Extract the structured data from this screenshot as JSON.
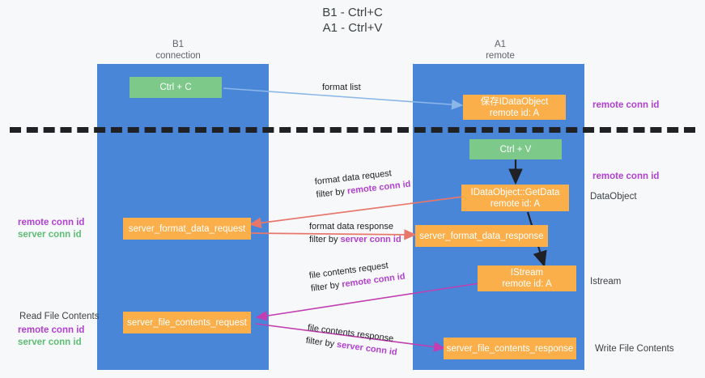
{
  "title": {
    "line1": "B1 - Ctrl+C",
    "line2": "A1 - Ctrl+V"
  },
  "columns": [
    {
      "name": "B1",
      "sub": "connection"
    },
    {
      "name": "A1",
      "sub": "remote"
    }
  ],
  "nodes": {
    "ctrl_c": "Ctrl + C",
    "ctrl_v": "Ctrl + V",
    "save_idataobject_l1": "保存IDataObject",
    "save_idataobject_l2": "remote id: A",
    "getdata_l1": "IDataObject::GetData",
    "getdata_l2": "remote id: A",
    "istream_l1": "IStream",
    "istream_l2": "remote id: A",
    "server_format_data_request": "server_format_data_request",
    "server_format_data_response": "server_format_data_response",
    "server_file_contents_request": "server_file_contents_request",
    "server_file_contents_response": "server_file_contents_response"
  },
  "edges": {
    "format_list": "format list",
    "format_data_request": "format data request",
    "format_data_request_filter_pre": "filter by ",
    "format_data_request_filter_key": "remote conn id",
    "format_data_response": "format data response",
    "format_data_response_filter_pre": "filter by ",
    "format_data_response_filter_key": "server conn id",
    "file_contents_request": "file contents request",
    "file_contents_request_filter_pre": "filter by ",
    "file_contents_request_filter_key": "remote conn id",
    "file_contents_response": "file contents response",
    "file_contents_response_filter_pre": "filter by ",
    "file_contents_response_filter_key": "server conn id"
  },
  "right_labels": {
    "remote_conn_id_top": "remote conn id",
    "remote_conn_id_mid": "remote conn id",
    "data_object": "DataObject",
    "istream": "Istream",
    "write_file_contents": "Write File Contents"
  },
  "left_labels": {
    "remote_conn_id": "remote conn id",
    "server_conn_id": "server conn id",
    "read_file_contents": "Read File Contents",
    "remote_conn_id_2": "remote conn id",
    "server_conn_id_2": "server conn id"
  },
  "colors": {
    "lane": "#4a86d8",
    "node_green": "#7dc98a",
    "node_orange": "#fbaf4b",
    "divider": "#202124",
    "edge_blue": "#8ab6e8",
    "edge_black": "#202124",
    "edge_red": "#e8776b",
    "edge_magenta": "#c13fb0",
    "accent_purple": "#b23fd0",
    "accent_green": "#5dbd72",
    "background": "#f7f8f9"
  }
}
